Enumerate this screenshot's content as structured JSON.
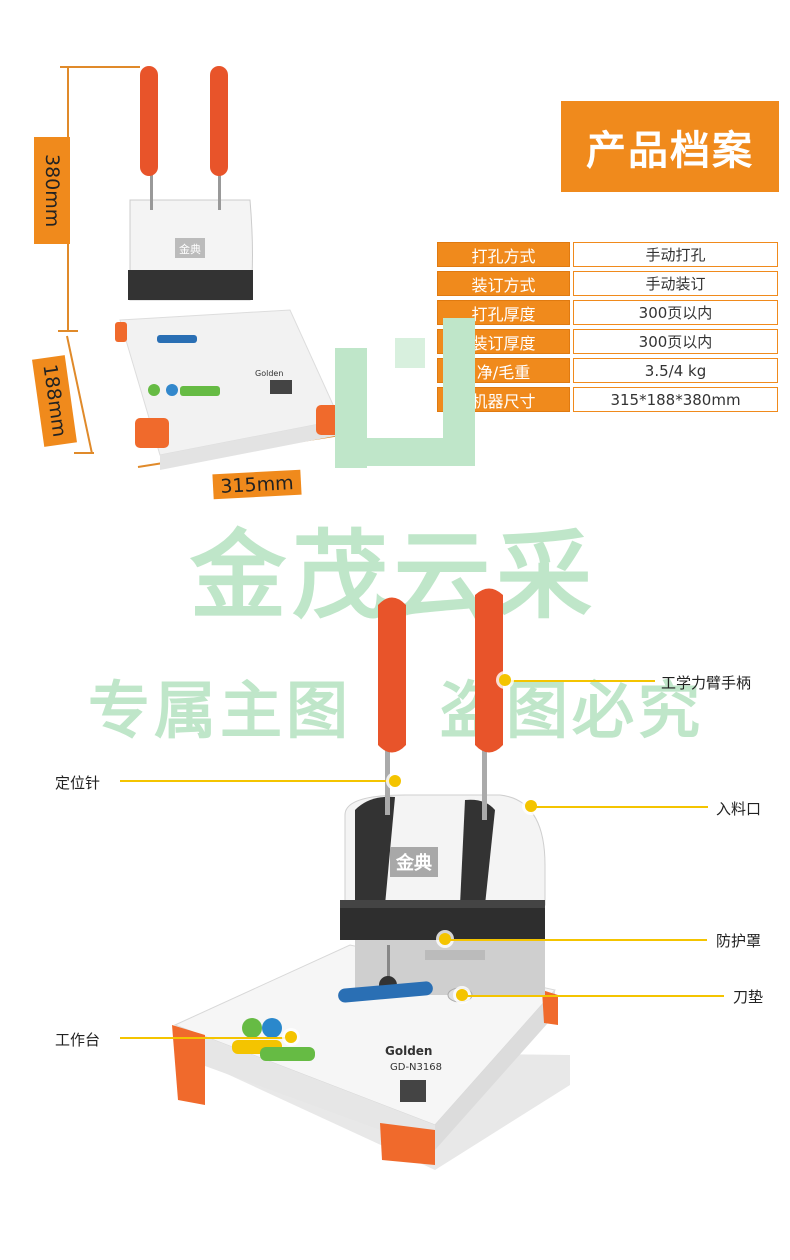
{
  "dimensions": {
    "height": "380mm",
    "depth": "188mm",
    "width": "315mm"
  },
  "title": "产品档案",
  "specs": [
    {
      "key": "打孔方式",
      "value": "手动打孔"
    },
    {
      "key": "装订方式",
      "value": "手动装订"
    },
    {
      "key": "打孔厚度",
      "value": "300页以内"
    },
    {
      "key": "装订厚度",
      "value": "300页以内"
    },
    {
      "key": "净/毛重",
      "value": "3.5/4 kg"
    },
    {
      "key": "机器尺寸",
      "value": "315*188*380mm"
    }
  ],
  "watermark": {
    "line1": "金茂云采",
    "line2a": "专属主图",
    "line2b": "盗图必究"
  },
  "machine": {
    "brand": "金典",
    "logo": "Golden",
    "model": "GD-N3168"
  },
  "callouts": {
    "handle": "工学力臂手柄",
    "pin": "定位针",
    "inlet": "入料口",
    "guard": "防护罩",
    "pad": "刀垫",
    "table": "工作台"
  },
  "colors": {
    "orange": "#f08a1c",
    "handle": "#e8542a",
    "callout": "#f4c400",
    "watermark": "#bfe6c9"
  }
}
